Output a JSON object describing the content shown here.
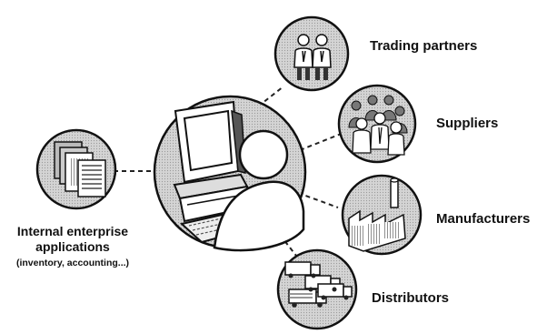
{
  "diagram": {
    "nodes": {
      "trading_partners": {
        "label": "Trading partners",
        "icon": "people-pair-icon"
      },
      "suppliers": {
        "label": "Suppliers",
        "icon": "crowd-icon"
      },
      "manufacturers": {
        "label": "Manufacturers",
        "icon": "factory-icon"
      },
      "distributors": {
        "label": "Distributors",
        "icon": "trucks-icon"
      },
      "internal": {
        "label_line1": "Internal enterprise",
        "label_line2": "applications",
        "sublabel": "(inventory, accounting...)",
        "icon": "documents-icon"
      },
      "center": {
        "icon": "computer-user-icon"
      }
    }
  }
}
